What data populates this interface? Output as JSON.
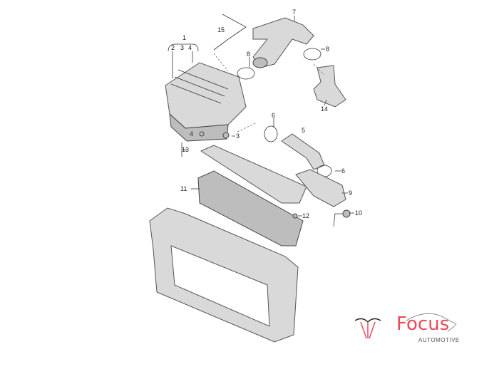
{
  "diagram": {
    "callouts": [
      "1",
      "2",
      "3",
      "4",
      "15",
      "7",
      "8",
      "8",
      "14",
      "6",
      "5",
      "4",
      "3",
      "13",
      "6",
      "11",
      "9",
      "12",
      "10"
    ]
  },
  "logo": {
    "word": "Focus",
    "sub": "AUTOMOTIVE",
    "color": "#e94a5a"
  }
}
